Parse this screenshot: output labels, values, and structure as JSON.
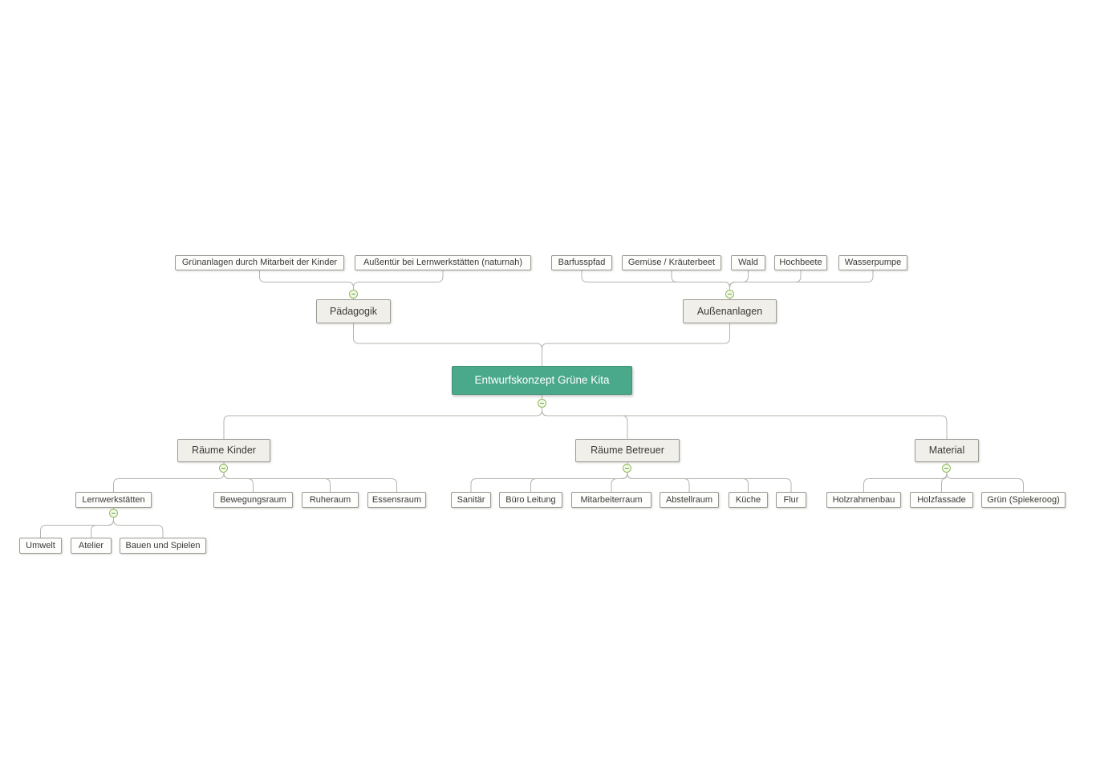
{
  "map": {
    "root": "Entwurfskonzept Grüne Kita",
    "top": {
      "paedagogik": {
        "label": "Pädagogik",
        "children": {
          "gruenanlagen": "Grünanlagen durch Mitarbeit der Kinder",
          "aussentuer": "Außentür bei Lernwerkstätten (naturnah)"
        }
      },
      "aussenanlagen": {
        "label": "Außenanlagen",
        "children": {
          "barfusspfad": "Barfusspfad",
          "gemuese_kraeuterbeet": "Gemüse / Kräuterbeet",
          "wald": "Wald",
          "hochbeete": "Hochbeete",
          "wasserpumpe": "Wasserpumpe"
        }
      }
    },
    "bottom": {
      "raeume_kinder": {
        "label": "Räume Kinder",
        "children": {
          "lernwerkstaetten": {
            "label": "Lernwerkstätten",
            "children": {
              "umwelt": "Umwelt",
              "atelier": "Atelier",
              "bauen_und_spielen": "Bauen und Spielen"
            }
          },
          "bewegungsraum": "Bewegungsraum",
          "ruheraum": "Ruheraum",
          "essensraum": "Essensraum"
        }
      },
      "raeume_betreuer": {
        "label": "Räume Betreuer",
        "children": {
          "sanitaer": "Sanitär",
          "buero_leitung": "Büro Leitung",
          "mitarbeiterraum": "Mitarbeiterraum",
          "abstellraum": "Abstellraum",
          "kueche": "Küche",
          "flur": "Flur"
        }
      },
      "material": {
        "label": "Material",
        "children": {
          "holzrahmenbau": "Holzrahmenbau",
          "holzfassade": "Holzfassade",
          "gruen_spiekeroog": "Grün (Spiekeroog)"
        }
      }
    }
  },
  "icons": {
    "collapse": "minus-circle"
  },
  "colors": {
    "root_fill": "#4BA98B",
    "root_border": "#3E9377",
    "root_text": "#FFFFFF",
    "node_fill": "#F1EFEA",
    "leaf_fill": "#FDFDFB",
    "node_border": "#9C9A93",
    "node_text": "#3C3A36",
    "line": "#B5B3AD",
    "toggle_fill": "#F4F9E4",
    "toggle_border": "#8CB95F",
    "toggle_glyph": "#5AA05A"
  }
}
